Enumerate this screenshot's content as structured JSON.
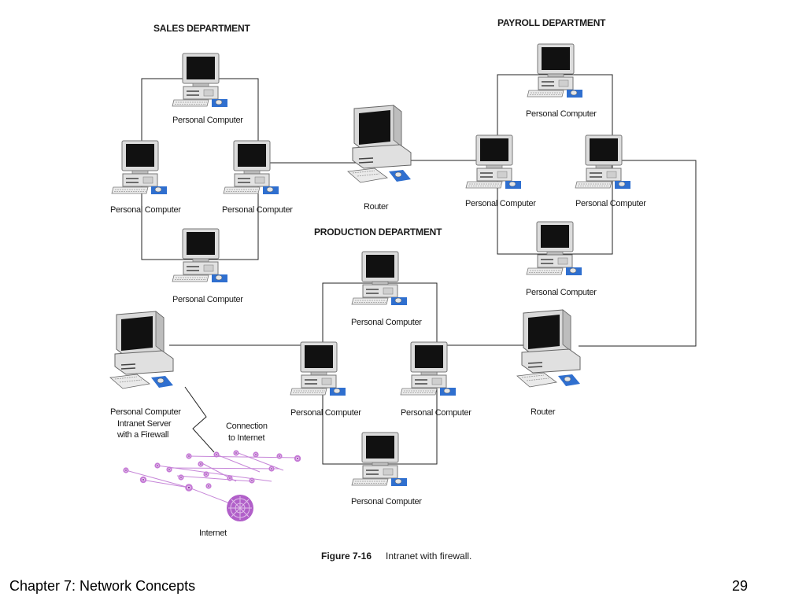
{
  "departments": {
    "sales": "SALES DEPARTMENT",
    "payroll": "PAYROLL DEPARTMENT",
    "production": "PRODUCTION DEPARTMENT"
  },
  "labels": {
    "pc": "Personal Computer",
    "router": "Router",
    "server_line1": "Personal Computer",
    "server_line2": "Intranet Server",
    "server_line3": "with a Firewall",
    "conn_line1": "Connection",
    "conn_line2": "to Internet",
    "internet": "Internet"
  },
  "caption": {
    "figure_no": "Figure 7-16",
    "text": "Intranet with firewall."
  },
  "footer": {
    "chapter": "Chapter 7:  Network Concepts",
    "page": "29"
  },
  "colors": {
    "monitor_screen": "#111111",
    "monitor_case": "#d6d6d6",
    "mouse_pad": "#2f6fcf",
    "internet_nodes": "#b15fc9",
    "lines": "#222222"
  }
}
